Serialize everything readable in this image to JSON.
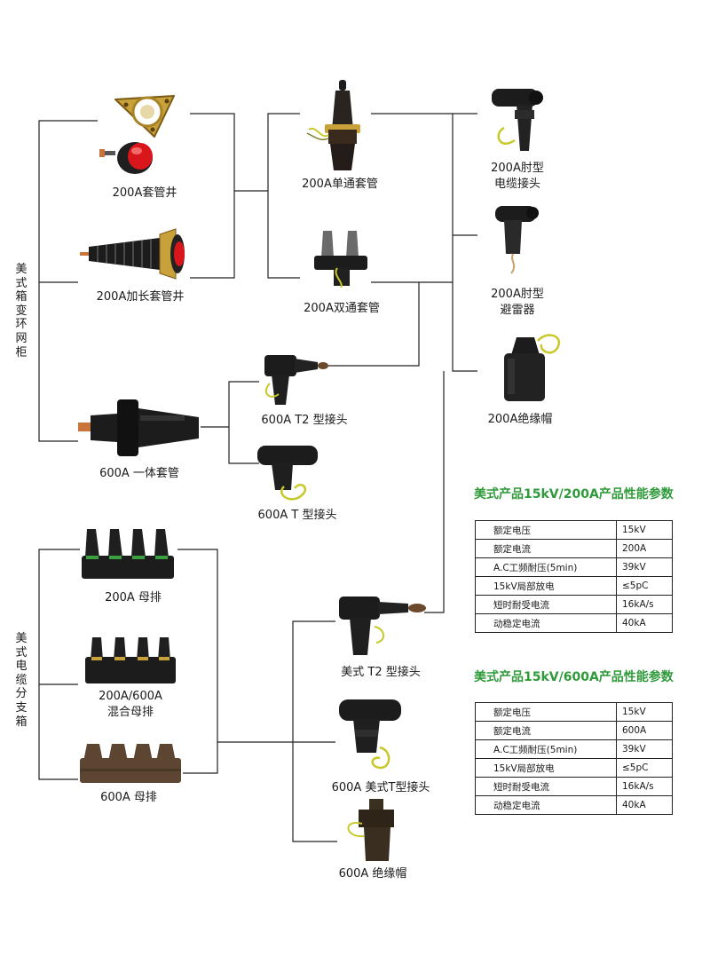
{
  "group_labels": {
    "transformer": "美式箱变环网柜",
    "branch": "美式电缆分支箱"
  },
  "products": {
    "bushing_well": "200A套管井",
    "single_bushing": "200A单通套管",
    "elbow_lines": [
      "200A肘型",
      "电缆接头"
    ],
    "extended_well": "200A加长套管井",
    "double_bushing": "200A双通套管",
    "elbow_arrester_lines": [
      "200A肘型",
      "避雷器"
    ],
    "t2_600": "600A T2 型接头",
    "insulating_cap_200": "200A绝缘帽",
    "integral_bushing_600": "600A 一体套管",
    "t_600": "600A T 型接头",
    "busbar_200": "200A 母排",
    "mixed_busbar_lines": [
      "200A/600A",
      "混合母排"
    ],
    "busbar_600": "600A 母排",
    "us_t2": "美式 T2 型接头",
    "us_t_600": "600A 美式T型接头",
    "insulating_cap_600": "600A 绝缘帽"
  },
  "spec_200": {
    "title": "美式产品15kV/200A产品性能参数",
    "rows": [
      [
        "额定电压",
        "15kV"
      ],
      [
        "额定电流",
        "200A"
      ],
      [
        "A.C工频耐压(5min)",
        "39kV"
      ],
      [
        "15kV局部放电",
        "≤5pC"
      ],
      [
        "短时耐受电流",
        "16kA/s"
      ],
      [
        "动稳定电流",
        "40kA"
      ]
    ]
  },
  "spec_600": {
    "title": "美式产品15kV/600A产品性能参数",
    "rows": [
      [
        "额定电压",
        "15kV"
      ],
      [
        "额定电流",
        "600A"
      ],
      [
        "A.C工频耐压(5min)",
        "39kV"
      ],
      [
        "15kV局部放电",
        "≤5pC"
      ],
      [
        "短时耐受电流",
        "16kA/s"
      ],
      [
        "动稳定电流",
        "40kA"
      ]
    ]
  },
  "colors": {
    "title_green": "#2f9a3a",
    "line": "#222222",
    "rubber_black": "#1c1c1c",
    "busbar_brown": "#5c4632",
    "red_cap": "#d8161c",
    "gold": "#c9a13a",
    "copper": "#c9743a",
    "yellow_green_wire": "#c8c82a"
  }
}
